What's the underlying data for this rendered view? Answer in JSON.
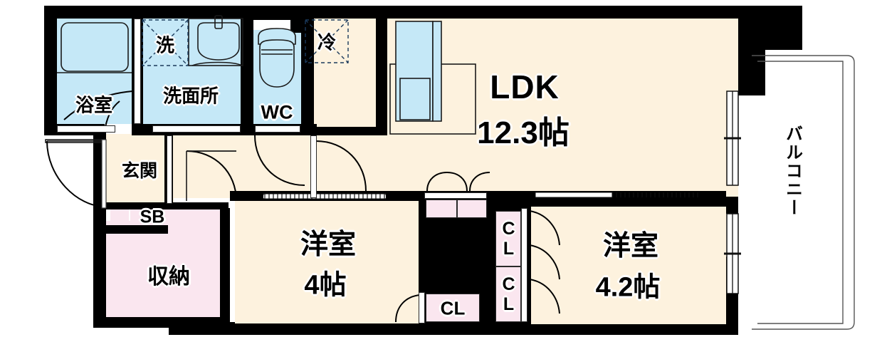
{
  "plan": {
    "type": "floor-plan",
    "style": "japanese-apartment-madori",
    "layout_code": "2LDK",
    "colors": {
      "wall": "#000000",
      "room_floor": "#fdf2de",
      "wet_area": "#c5e8f7",
      "closet": "#fae6ef",
      "background": "#ffffff",
      "outline": "#2a2a2a"
    }
  },
  "rooms": [
    {
      "id": "ldk",
      "name": "LDK",
      "size": "12.3帖",
      "label_line1": "LDK",
      "label_line2": "12.3帖"
    },
    {
      "id": "washitsu1",
      "name": "洋室",
      "size": "4帖",
      "label_line1": "洋室",
      "label_line2": "4帖"
    },
    {
      "id": "washitsu2",
      "name": "洋室",
      "size": "4.2帖",
      "label_line1": "洋室",
      "label_line2": "4.2帖"
    },
    {
      "id": "bath",
      "name": "浴室",
      "size": "",
      "label_line1": "浴室",
      "label_line2": ""
    },
    {
      "id": "vanity",
      "name": "洗面所",
      "size": "",
      "label_line1": "洗面所",
      "label_line2": ""
    },
    {
      "id": "wc",
      "name": "WC",
      "size": "",
      "label_line1": "WC",
      "label_line2": ""
    },
    {
      "id": "genkan",
      "name": "玄関",
      "size": "",
      "label_line1": "玄関",
      "label_line2": ""
    },
    {
      "id": "storage",
      "name": "収納",
      "size": "",
      "label_line1": "収納",
      "label_line2": ""
    },
    {
      "id": "balcony",
      "name": "バルコニー",
      "size": "",
      "label_line1": "バルコニー",
      "label_line2": ""
    }
  ],
  "labels": {
    "ldk_name": "LDK",
    "ldk_size": "12.3帖",
    "bedroom_left_name": "洋室",
    "bedroom_left_size": "4帖",
    "bedroom_right_name": "洋室",
    "bedroom_right_size": "4.2帖",
    "bath": "浴室",
    "vanity": "洗面所",
    "washer": "洗",
    "wc": "WC",
    "fridge": "冷",
    "genkan": "玄関",
    "shoebox": "SB",
    "storage": "収納",
    "balcony": "バルコニー",
    "closet_center_top": "CL",
    "closet_center_bottom": "CL",
    "closet_right_top": "CL",
    "closet_right_bottom": "CL",
    "closet_bedroom_left": "CL"
  },
  "fixtures": [
    {
      "id": "bathtub",
      "name": "bathtub",
      "room": "浴室"
    },
    {
      "id": "washbasin",
      "name": "wash-basin",
      "room": "洗面所"
    },
    {
      "id": "washer-space",
      "name": "washing-machine-space",
      "room": "洗面所",
      "label": "洗"
    },
    {
      "id": "toilet",
      "name": "toilet",
      "room": "WC"
    },
    {
      "id": "fridge-space",
      "name": "refrigerator-space",
      "room": "LDK",
      "label": "冷"
    },
    {
      "id": "kitchen-sink",
      "name": "kitchen-counter-sink",
      "room": "LDK"
    }
  ],
  "openings": [
    {
      "id": "entrance-door",
      "name": "front-entrance-door",
      "type": "hinged"
    },
    {
      "id": "genkan-door",
      "name": "genkan-inner-door",
      "type": "hinged"
    },
    {
      "id": "vanity-door",
      "name": "vanity-door",
      "type": "hinged"
    },
    {
      "id": "bath-door",
      "name": "bath-door",
      "type": "folding"
    },
    {
      "id": "wc-door",
      "name": "wc-door",
      "type": "hinged"
    },
    {
      "id": "corridor-door",
      "name": "corridor-door",
      "type": "hinged"
    },
    {
      "id": "closet-doors-r",
      "name": "bedroom-right-closet-doors",
      "type": "folding"
    },
    {
      "id": "balcony-window-1",
      "name": "balcony-sliding-window-upper",
      "type": "sliding"
    },
    {
      "id": "balcony-window-2",
      "name": "balcony-sliding-window-lower",
      "type": "sliding"
    }
  ]
}
